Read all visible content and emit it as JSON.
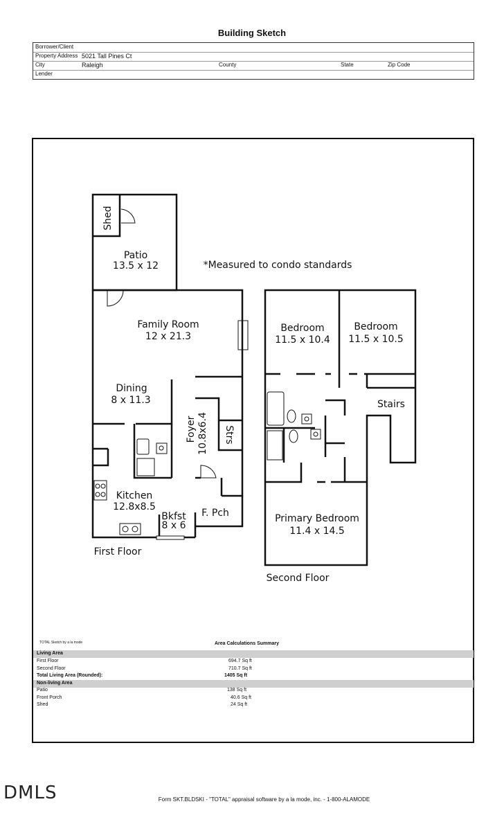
{
  "title": "Building Sketch",
  "header": {
    "borrower_label": "Borrower/Client",
    "property_label": "Property Address",
    "property_value": "5021 Tall Pines Ct",
    "city_label": "City",
    "city_value": "Raleigh",
    "county_label": "County",
    "state_label": "State",
    "zip_label": "Zip Code",
    "lender_label": "Lender"
  },
  "plan": {
    "shed": "Shed",
    "patio": "Patio",
    "patio_dim": "13.5 x 12",
    "note": "*Measured to condo standards",
    "family_room": "Family Room",
    "family_room_dim": "12 x 21.3",
    "dining": "Dining",
    "dining_dim": "8 x 11.3",
    "foyer": "Foyer",
    "foyer_dim": "10.8x6.4",
    "strs": "Strs",
    "kitchen": "Kitchen",
    "kitchen_dim": "12.8x8.5",
    "bkfst": "Bkfst",
    "bkfst_dim": "8 x 6",
    "f_pch": "F. Pch",
    "first_floor": "First Floor",
    "bedroom1": "Bedroom",
    "bedroom1_dim": "11.5 x 10.4",
    "bedroom2": "Bedroom",
    "bedroom2_dim": "11.5 x 10.5",
    "stairs": "Stairs",
    "primary": "Primary Bedroom",
    "primary_dim": "11.4 x 14.5",
    "second_floor": "Second Floor"
  },
  "calc": {
    "sketch_credit": "TOTAL Sketch by a la mode",
    "title": "Area Calculations Summary",
    "living_header": "Living Area",
    "living": [
      {
        "label": "First Floor",
        "value": "694.7 Sq ft"
      },
      {
        "label": "Second Floor",
        "value": "710.7 Sq ft"
      }
    ],
    "total_label": "Total Living Area (Rounded):",
    "total_value": "1405 Sq ft",
    "nonliving_header": "Non-living Area",
    "nonliving": [
      {
        "label": "Patio",
        "value": "138 Sq ft"
      },
      {
        "label": "Front Porch",
        "value": "40.6 Sq ft"
      },
      {
        "label": "Shed",
        "value": "24 Sq ft"
      }
    ]
  },
  "footer": "Form SKT.BLDSKI - \"TOTAL\" appraisal software by a la mode, inc. - 1-800-ALAMODE",
  "logo": "DMLS"
}
